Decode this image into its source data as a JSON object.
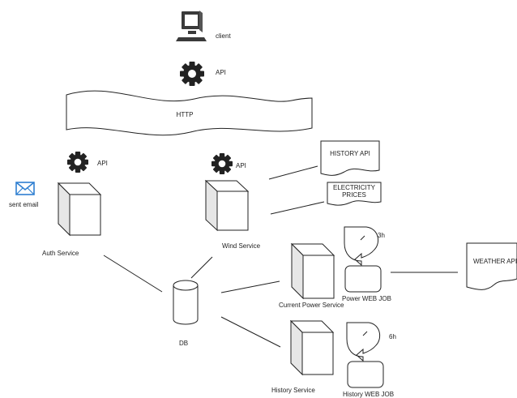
{
  "diagram": {
    "client": "client",
    "api_top": "API",
    "http": "HTTP",
    "api_auth": "API",
    "api_wind": "API",
    "sent_email": "sent email",
    "auth_service": "Auth Service",
    "wind_service": "Wind Service",
    "history_api": "HISTORY API",
    "electricity_line1": "ELECTRICITY",
    "electricity_line2": "PRICES",
    "power_interval": "3h",
    "current_power_service": "Current Power Service",
    "power_web_job": "Power WEB JOB",
    "weather_api": "WEATHER API",
    "db": "DB",
    "history_interval": "6h",
    "history_service": "History Service",
    "history_web_job": "History WEB JOB"
  },
  "colors": {
    "line": "#222222",
    "email_icon": "#2f7fd1",
    "box_side": "#e6e6e6"
  }
}
